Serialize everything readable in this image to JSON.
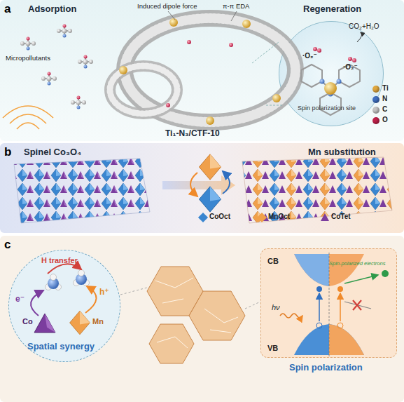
{
  "diagram": {
    "nodes": [
      {
        "text": [
          "a",
          "Adsorption"
        ]
      },
      {
        "text": [
          "Regeneration",
          "Spin polarization site"
        ],
        "in": 0
      },
      {
        "text": [
          "b",
          "Spinel Co₃O₄",
          "Mn substitution"
        ]
      },
      {
        "text": [
          "c"
        ]
      },
      {
        "text": [
          "H transfer",
          "Spatial synergy"
        ],
        "in": 3
      },
      {
        "text": [
          "Spin polarization"
        ],
        "in": 3
      }
    ],
    "labels": [
      "Induced dipole force",
      "π-π EDA",
      "Micropollutants",
      "·O₂⁻",
      "·O₂⁻",
      "CO₂+H₂O",
      "Ti₁-N₃/CTF-10",
      "e⁻",
      "h⁺",
      "Co",
      "Mn",
      "CB",
      "VB",
      "hν",
      "Spin-polarized electrons"
    ],
    "legend": [
      {
        "text": "Ti",
        "color": "#e0a840"
      },
      {
        "text": "N",
        "color": "#3f6fc0"
      },
      {
        "text": "C",
        "color": "#c4c4c4"
      },
      {
        "text": "O",
        "color": "#c0204a"
      },
      {
        "text": "CoOct",
        "color": "#3a86d0"
      },
      {
        "text": "MnOct",
        "color": "#f0a04b"
      },
      {
        "text": "CoTet",
        "color": "#7b3d9e"
      }
    ]
  }
}
